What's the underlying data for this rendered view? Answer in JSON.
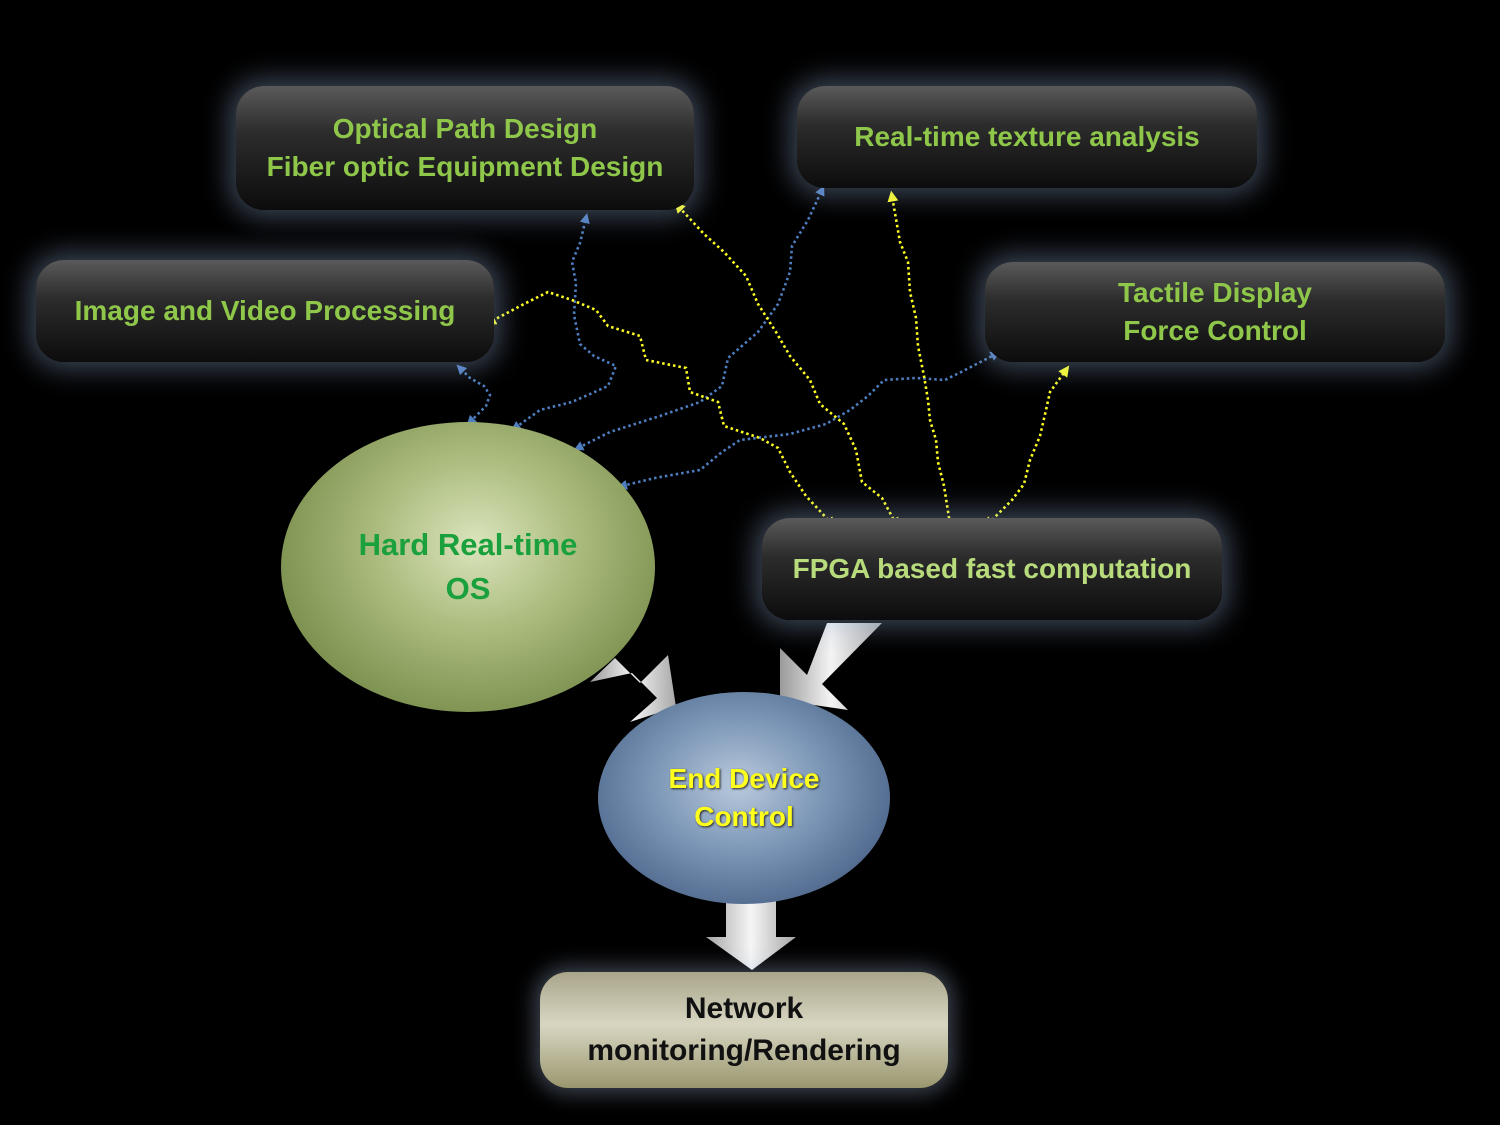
{
  "nodes": {
    "optical": {
      "lines": [
        "Optical Path Design",
        "Fiber optic Equipment Design"
      ]
    },
    "texture": {
      "lines": [
        "Real-time texture analysis"
      ]
    },
    "image": {
      "lines": [
        "Image and Video Processing"
      ]
    },
    "tactile": {
      "lines": [
        "Tactile Display",
        "Force Control"
      ]
    },
    "fpga": {
      "lines": [
        "FPGA based fast computation"
      ]
    },
    "rtos": {
      "lines": [
        "Hard Real-time",
        "OS"
      ]
    },
    "end_device": {
      "lines": [
        "End Device",
        "Control"
      ]
    },
    "network": {
      "lines": [
        "Network",
        "monitoring/Rendering"
      ]
    }
  },
  "connectors": {
    "rtos_links": {
      "color": "#4f7ec0",
      "style": "dotted, bidirectional",
      "targets": [
        "image",
        "optical",
        "texture",
        "tactile"
      ]
    },
    "fpga_links": {
      "color": "#ffff22",
      "style": "dotted, bidirectional",
      "targets": [
        "image",
        "optical",
        "texture",
        "tactile"
      ]
    },
    "flow_arrows": {
      "color": "#e6e6e6",
      "edges": [
        [
          "rtos",
          "end_device"
        ],
        [
          "fpga",
          "end_device"
        ],
        [
          "end_device",
          "network"
        ]
      ]
    }
  }
}
